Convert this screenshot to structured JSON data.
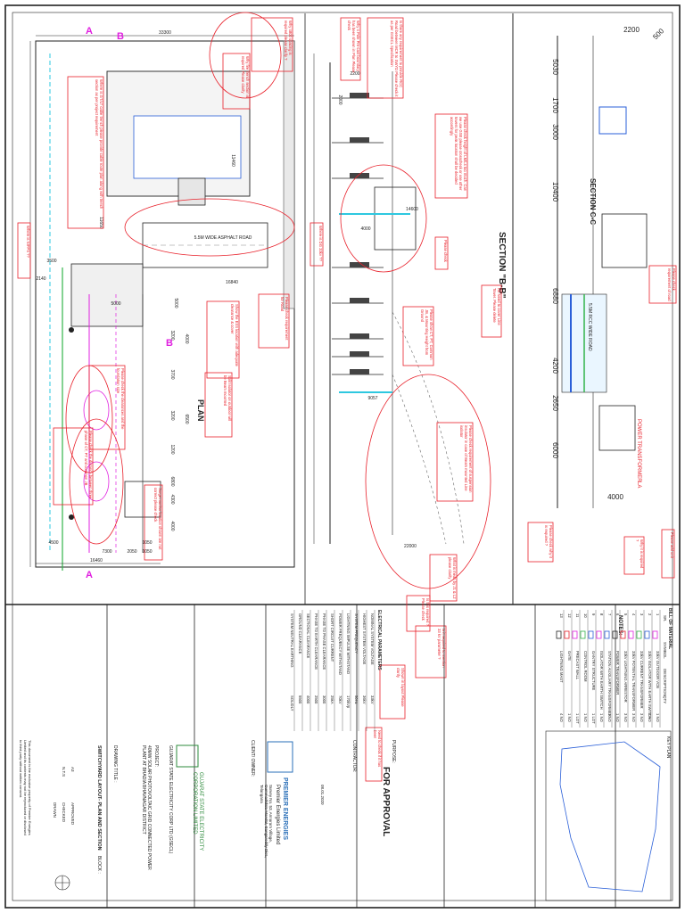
{
  "sheet": {
    "title_plan": "PLAN",
    "section_bb": "SECTION \"B-B\"",
    "section_cc": "SECTION C-C",
    "road_label_1": "5.5M WIDE ASPHALT ROAD",
    "road_label_2": "5.5M RCC WIDE ROAD",
    "power_transformer": "POWER TRANSFORMER",
    "la_label": "LA",
    "section_marks": [
      "A",
      "B",
      "B",
      "A"
    ]
  },
  "dimensions": {
    "plan": [
      "33300",
      "16840",
      "16460",
      "5000",
      "3500",
      "2140",
      "7300",
      "2050",
      "1050",
      "1050",
      "4500",
      "5000",
      "11650",
      "11460",
      "3200",
      "3700",
      "3200",
      "1200",
      "6800",
      "4300",
      "4000",
      "4000",
      "6500"
    ],
    "section_bb": [
      "22000",
      "2200",
      "2000",
      "14600",
      "4000",
      "9057"
    ],
    "section_cc": [
      "2200",
      "500",
      "5030",
      "1700",
      "3000",
      "10400",
      "6880",
      "4200",
      "2650",
      "6000",
      "4000"
    ]
  },
  "comments": [
    "Why 4800 spacing is required please clarify ?",
    "Why 4 Pole Pre-cast boundary has been shown in Plan Please check",
    "Is there any requirement to provide RCC Road between MCR to SWYD Please check it as per GSECL Specification",
    "Why fire trench section is required Please clarify",
    "Where is GT/LT cable trench please provide cable route plan along with trench section as per project requirement",
    "Please check height of LM/Ls too much. Can we use GSE please crosscheck or use other towers for peak location shall be decided accordingly",
    "Where is NIFPS ??",
    "Where is DG 33kv ??",
    "Please check",
    "No Need to cover Line Tower. Please delete",
    "Please show CT, PT, Common JB, & Mounting Height from Ground",
    "Please check requirement for Road",
    "Please check requirement of road",
    "Show the ESS location with adequate clearance & cover",
    "Please check the distance between three phase of CT, PT and common JB",
    "Split Isolator on outdoor will be Beam mounted",
    "Please check the clearances and the foundation size",
    "Surge monitor location shown are not correct please check",
    "Please check requirement of suspension insulator in case of Beam mounted Line isolator",
    "Please check why it is required ?",
    "Why it is required ?",
    "What is mean by J1 & L2 please clarify",
    "Is this required ? Please check",
    "Is it required to mention 33 kV parameter ?",
    "Please add unit",
    "Shown in layout Please clarify",
    "Need to check if it has been"
  ],
  "notes": {
    "heading": "NOTES:",
    "keyplan": "KEY PLAN",
    "bom_heading": "BILL OF MATERIAL",
    "bom_columns": [
      "SR.",
      "SYMBOL",
      "DESCRIPTION",
      "QTY"
    ],
    "bom_rows": [
      [
        "1",
        "33kV OUTDOOR VCB",
        "1 NO"
      ],
      [
        "2",
        "33kV ISOLATOR WITH EARTH SWITCH",
        "2 NO"
      ],
      [
        "3",
        "33kV CURRENT TRANSFORMER",
        "3 NO"
      ],
      [
        "4",
        "33kV POTENTIAL TRANSFORMER",
        "3 NO"
      ],
      [
        "5",
        "33kV LIGHTNING ARRESTOR",
        "3 NO"
      ],
      [
        "6",
        "POWER TRANSFORMER",
        "1 NO"
      ],
      [
        "7",
        "STATION AUXILIARY TRANSFORMER",
        "1 NO"
      ],
      [
        "8",
        "ISOLATOR WITH EARTH SWITCH",
        "1 NO"
      ],
      [
        "9",
        "GANTRY STRUCTURE",
        "1 LOT"
      ],
      [
        "10",
        "CONTROL ROOM",
        "1 NO"
      ],
      [
        "11",
        "PRECAST WALL",
        "1 LOT"
      ],
      [
        "12",
        "GATE",
        "1 NO"
      ],
      [
        "13",
        "LIGHTNING MAST",
        "4 NO"
      ]
    ],
    "parameters_heading": "ELECTRICAL PARAMETERS",
    "parameters": [
      [
        "NOMINAL SYSTEM VOLTAGE",
        "33kV"
      ],
      [
        "HIGHEST SYSTEM VOLTAGE",
        "36kV"
      ],
      [
        "SYSTEM FREQUENCY",
        "50Hz"
      ],
      [
        "LIGHTNING IMPULSE WITHSTAND",
        "170kVp"
      ],
      [
        "POWER FREQUENCY WITHSTAND",
        "70kV"
      ],
      [
        "SHORT CIRCUIT CURRENT",
        "25kA"
      ],
      [
        "PHASE TO PHASE CLEARANCE",
        "3000"
      ],
      [
        "PHASE TO EARTH CLEARANCE",
        "2500"
      ],
      [
        "SECTIONAL CLEARANCE",
        "4000"
      ],
      [
        "GROUND CLEARANCE",
        "5500"
      ],
      [
        "SYSTEM NEUTRAL EARTHING",
        "SOLIDLY"
      ]
    ]
  },
  "title_block": {
    "approval": "FOR APPROVAL",
    "client_owner_label": "CLIENT/ OWNER:",
    "client_name": "GUJARAT STATE ELECTRICITY CORPORATION LIMITED",
    "client_line": "GUJARAT STATE ELECTRICITY CORP LTD (GSECL)",
    "contractor_name": "Premier Energies Limited",
    "contractor_brand": "PREMIER ENERGIES",
    "contractor_address": "Survey No. 53, Annaram Village, Gummadidala Mandal, Sangareddy Dist., Telangana",
    "project_label": "PROJECT:",
    "project": "40MW SOLAR PHOTOVOLTAIC GRID CONNECTED POWER PLANT AT BHADIA BHAVNAGAR DISTRICT",
    "drawing_title_label": "DRAWING TITLE :",
    "drawing_title": "SWITCHYARD LAYOUT- PLAN AND SECTION",
    "block_label": "BLOCK :",
    "disclaimer": "This document is the exclusive property of Premier Energies Limited and its contents may not be reproduced or disclosed to third party without written consent.",
    "purpose_label": "PURPOSE:",
    "contractor_label": "CONTRACTOR:",
    "scale": "N.T.S",
    "sheet_size": "A3",
    "date": "08.01.2020",
    "drawn_by": "DRAWN",
    "checked_by": "CHECKED",
    "approved_by": "APPROVED"
  },
  "colors": {
    "markup": "#e8202a",
    "lines": "#222222",
    "accent_cyan": "#2ec8e0",
    "accent_green": "#33b34a",
    "accent_blue": "#2a5fd8",
    "accent_magenta": "#e020e0",
    "brand_blue": "#2a6fb8",
    "brand_green": "#2e8b3c"
  }
}
